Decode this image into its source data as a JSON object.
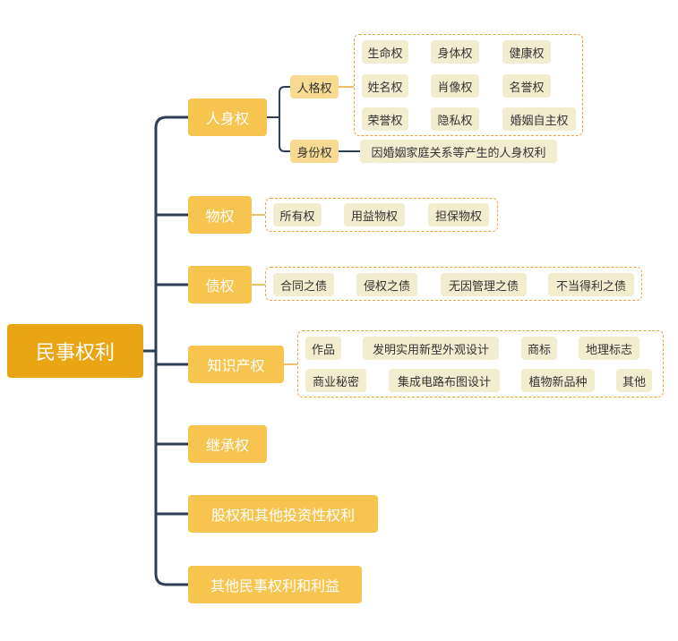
{
  "root": "民事权利",
  "branches": {
    "personal": {
      "label": "人身权",
      "personality": {
        "label": "人格权",
        "items": [
          "生命权",
          "身体权",
          "健康权",
          "姓名权",
          "肖像权",
          "名誉权",
          "荣誉权",
          "隐私权",
          "婚姻自主权"
        ]
      },
      "identity": {
        "label": "身份权",
        "desc": "因婚姻家庭关系等产生的人身权利"
      }
    },
    "property": {
      "label": "物权",
      "items": [
        "所有权",
        "用益物权",
        "担保物权"
      ]
    },
    "creditor": {
      "label": "债权",
      "items": [
        "合同之债",
        "侵权之债",
        "无因管理之债",
        "不当得利之债"
      ]
    },
    "ip": {
      "label": "知识产权",
      "items": [
        "作品",
        "发明实用新型外观设计",
        "商标",
        "地理标志",
        "商业秘密",
        "集成电路布图设计",
        "植物新品种",
        "其他"
      ]
    },
    "inheritance": {
      "label": "继承权"
    },
    "equity": {
      "label": "股权和其他投资性权利"
    },
    "other": {
      "label": "其他民事权利和利益"
    }
  },
  "colors": {
    "root": "#eaa514",
    "level1": "#f7c54f",
    "level2": "#f9da93",
    "leaf": "#f3edcf",
    "connector": "#2f3d55",
    "dashed": "#eba53c"
  }
}
